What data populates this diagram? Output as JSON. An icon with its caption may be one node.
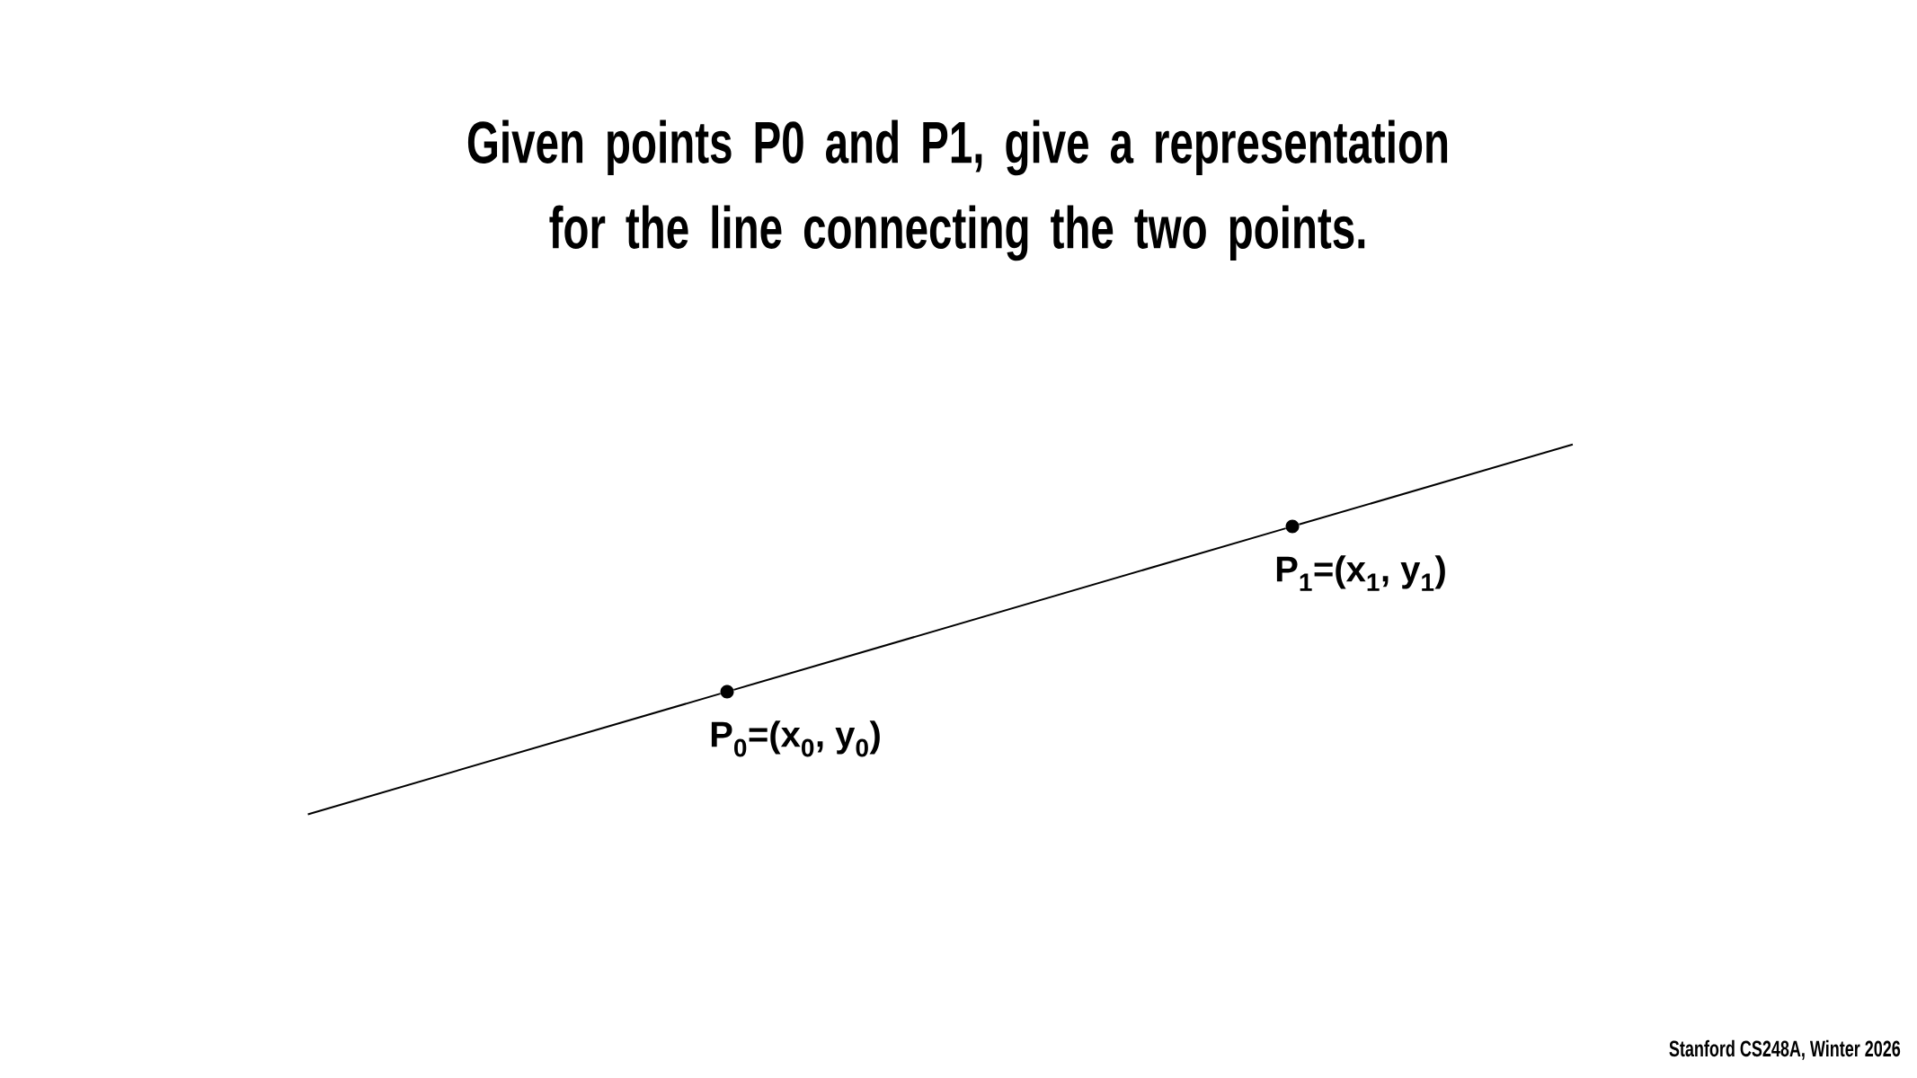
{
  "diagram": {
    "title": "Given points P0 and P1, give a representation for the line connecting the two points.",
    "nodes": [
      {
        "text": [],
        "shape": "circle",
        "beside": [
          "P$_{0}$=(x$_{0}$, y$_{0}$)"
        ]
      },
      {
        "text": [],
        "shape": "circle",
        "beside": [
          "P$_{1}$=(x$_{1}$, y$_{1}$)"
        ]
      }
    ],
    "edges": [
      {
        "from": 0,
        "to": 1,
        "arrow": "none"
      }
    ],
    "labels": [
      "Stanford CS248A, Winter 2026"
    ]
  }
}
